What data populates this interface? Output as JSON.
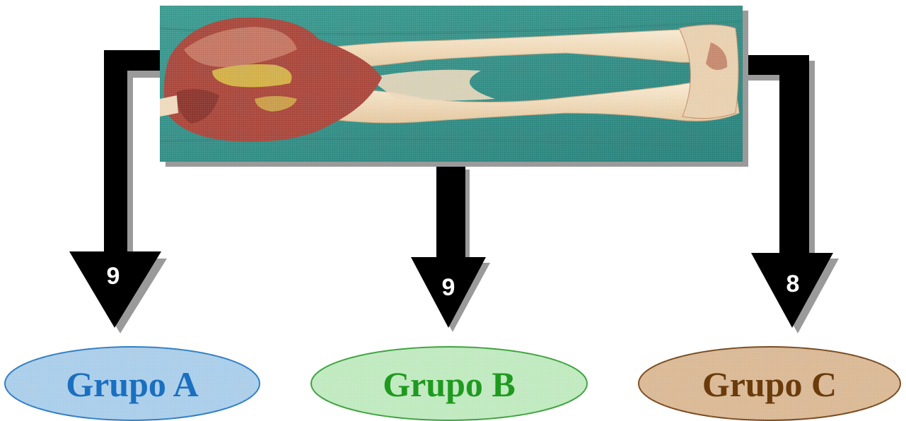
{
  "photo": {
    "description_icon": "forearm-bone-specimen-photo",
    "background_color": "#2f8f86",
    "tissue_color": "#a8453a",
    "bone_color": "#f2e0c4",
    "fat_color": "#d8c24a"
  },
  "arrows": {
    "color": "#000000",
    "shadow_color": "#9a9a9a",
    "left": {
      "count": "9"
    },
    "center": {
      "count": "9"
    },
    "right": {
      "count": "8"
    }
  },
  "groups": [
    {
      "label": "Grupo A",
      "text_color": "#1a6fc0",
      "fill": "#a9cde9",
      "stroke": "#2f7ec4"
    },
    {
      "label": "Grupo B",
      "text_color": "#1f9a1f",
      "fill": "#bfe9bf",
      "stroke": "#3da33d"
    },
    {
      "label": "Grupo C",
      "text_color": "#6b3b0c",
      "fill": "#d9b894",
      "stroke": "#7a4a1e"
    }
  ]
}
